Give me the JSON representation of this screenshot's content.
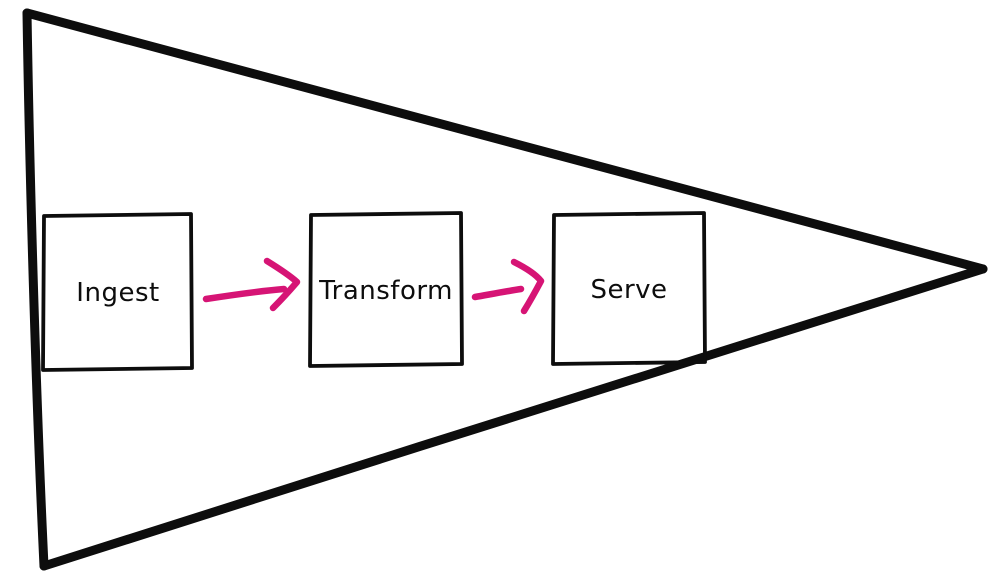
{
  "diagram": {
    "type": "funnel-pipeline",
    "shape": "right-pointing-triangle",
    "stages": [
      {
        "label": "Ingest"
      },
      {
        "label": "Transform"
      },
      {
        "label": "Serve"
      }
    ],
    "arrows": [
      {
        "from": "Ingest",
        "to": "Transform",
        "style": "hand-drawn"
      },
      {
        "from": "Transform",
        "to": "Serve",
        "style": "hand-drawn"
      }
    ],
    "colors": {
      "ink": "#0d0d0d",
      "arrow": "#d61475",
      "background": "#ffffff"
    }
  }
}
